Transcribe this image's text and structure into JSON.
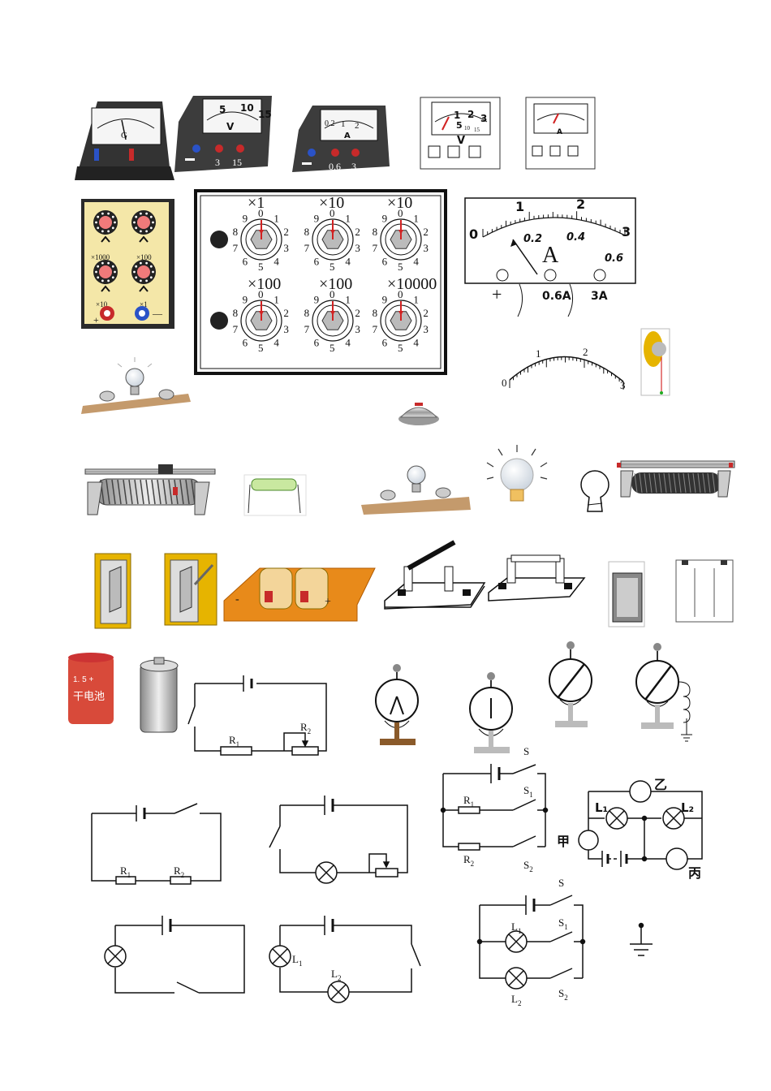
{
  "meters": {
    "galvanometer_mark": "G",
    "voltmeter1": {
      "scale": [
        "5",
        "10",
        "15"
      ],
      "unit": "V",
      "terminals": [
        "3",
        "15"
      ]
    },
    "ammeter1": {
      "scale": [
        "0.2",
        "1",
        "2"
      ],
      "unit": "A",
      "terminals": [
        "0.6",
        "3"
      ]
    },
    "voltmeter2": {
      "scale": [
        "1",
        "2",
        "3",
        "5",
        "10",
        "15"
      ],
      "unit": "V"
    },
    "ammeter2_unit": "A"
  },
  "small_box": {
    "labels": [
      "×1000",
      "×100",
      "×10",
      "×1"
    ],
    "signs": [
      "+",
      "—"
    ]
  },
  "resistance_box": {
    "multipliers": [
      "×1",
      "×10",
      "×10",
      "×100",
      "×100",
      "×10000"
    ],
    "digits": [
      "0",
      "1",
      "2",
      "3",
      "4",
      "5",
      "6",
      "7",
      "8",
      "9"
    ]
  },
  "ammeter_face": {
    "major": [
      "0",
      "1",
      "2",
      "3"
    ],
    "minor": [
      "0.2",
      "0.4",
      "0.6"
    ],
    "unit": "A",
    "terminals": [
      "+",
      "0.6A",
      "3A"
    ]
  },
  "arc_scale": [
    "0",
    "1",
    "2",
    "3"
  ],
  "battery_label": {
    "top": "1. 5 +",
    "side": "干电池"
  },
  "circuits": {
    "c1": {
      "r1": "R",
      "r1_sub": "1",
      "r2": "R",
      "r2_sub": "2"
    },
    "c2": {
      "r1": "R",
      "r1_sub": "1",
      "r2": "R",
      "r2_sub": "2"
    },
    "c4": {
      "s": "S",
      "s1": "S",
      "s1_sub": "1",
      "s2": "S",
      "s2_sub": "2",
      "r1": "R",
      "r1_sub": "1",
      "r2": "R",
      "r2_sub": "2"
    },
    "c5": {
      "jia": "甲",
      "yi": "乙",
      "bing": "丙",
      "l1": "L₁",
      "l2": "L₂"
    },
    "c7": {
      "l1": "L",
      "l1_sub": "1",
      "l2": "L",
      "l2_sub": "2"
    },
    "c8": {
      "s": "S",
      "s1": "S",
      "s1_sub": "1",
      "s2": "S",
      "s2_sub": "2",
      "l1": "L",
      "l1_sub": "1",
      "l2": "L",
      "l2_sub": "2"
    }
  },
  "colors": {
    "wood": "#c49a6c",
    "meter_body": "#3c3c3c",
    "box_body": "#f4e7a8",
    "pointer": "#d22222",
    "battery_red": "#d84a3a"
  }
}
